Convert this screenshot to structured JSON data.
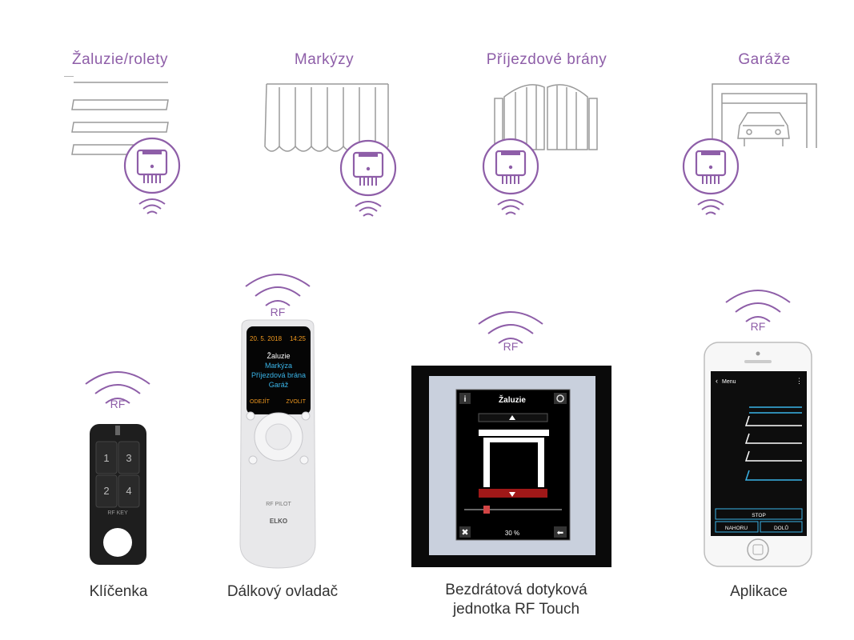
{
  "categories": [
    {
      "title": "Žaluzie/rolety"
    },
    {
      "title": "Markýzy"
    },
    {
      "title": "Příjezdové brány"
    },
    {
      "title": "Garáže"
    }
  ],
  "rf_label": "RF",
  "devices": {
    "keychain": {
      "label": "Klíčenka",
      "buttons": [
        "1",
        "3",
        "2",
        "4"
      ],
      "brand": "RF KEY"
    },
    "remote": {
      "label": "Dálkový ovladač",
      "date": "20. 5. 2018",
      "time": "14:25",
      "menu": [
        "Žaluzie",
        "Markýza",
        "Příjezdová brána",
        "Garáž"
      ],
      "left_soft": "ODEJÍT",
      "right_soft": "ZVOLIT",
      "model": "RF PILOT",
      "brand": "ELKO"
    },
    "touch": {
      "label_line1": "Bezdrátová dotyková",
      "label_line2": "jednotka RF Touch",
      "title": "Žaluzie",
      "percent": "30 %"
    },
    "app": {
      "label": "Aplikace",
      "header": "Menu",
      "stop": "STOP",
      "up": "NAHORU",
      "down": "DOLŮ"
    }
  },
  "colors": {
    "accent": "#8e5ea8",
    "gray": "#9a9a9a",
    "orange": "#f29a1f",
    "cyan": "#3ab4e8"
  }
}
